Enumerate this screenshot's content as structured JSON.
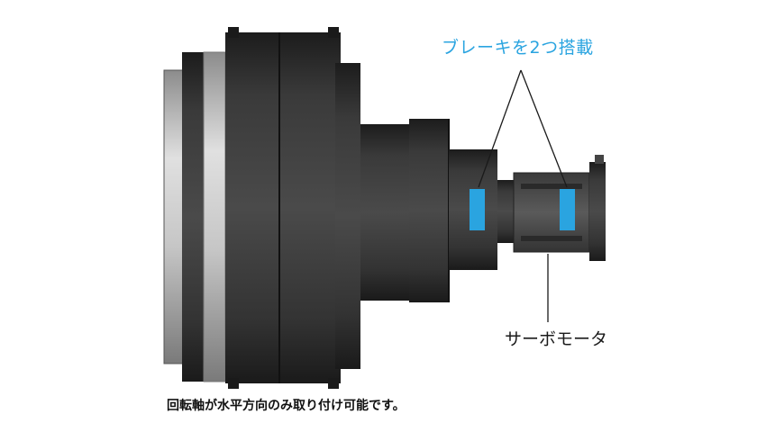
{
  "labels": {
    "brake": "ブレーキを2つ搭載",
    "motor": "サーボモータ",
    "caption": "回転軸が水平方向のみ取り付け可能です。"
  },
  "colors": {
    "brake_accent": "#2aa4e0",
    "body_dark": "#2b2b2b",
    "background": "#ffffff"
  }
}
